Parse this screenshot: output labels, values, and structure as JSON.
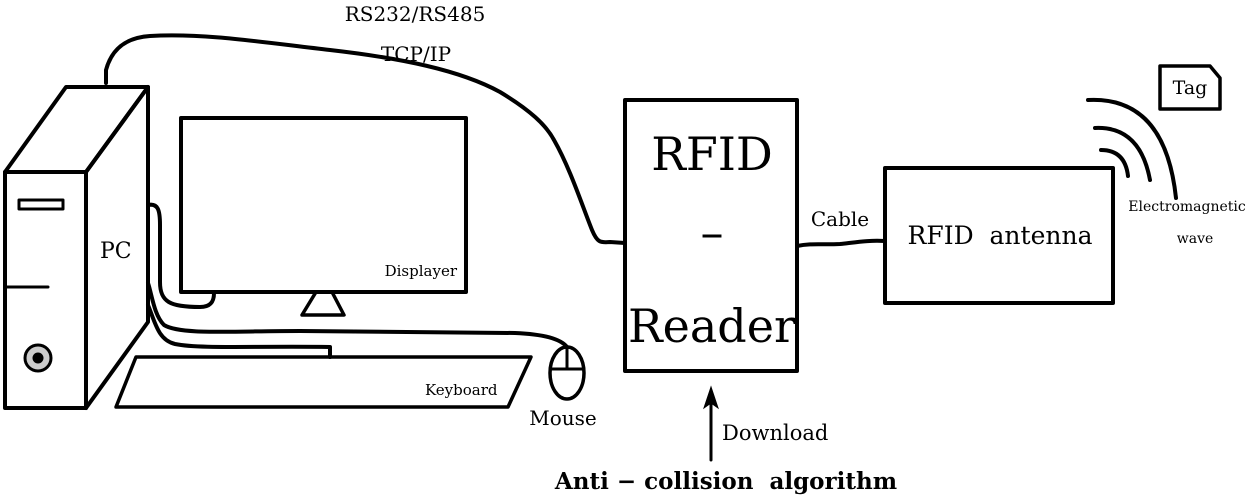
{
  "labels": {
    "protocol_serial": "RS232/RS485",
    "protocol_network": "TCP/IP",
    "pc": "PC",
    "displayer": "Displayer",
    "keyboard": "Keyboard",
    "mouse": "Mouse",
    "reader_line1": "RFID",
    "reader_line2": "–",
    "reader_line3": "Reader",
    "cable": "Cable",
    "antenna": "RFID  antenna",
    "tag": "Tag",
    "wave_line1": "Electromagnetic",
    "wave_line2": "wave",
    "download": "Download",
    "algorithm": "Anti − collision  algorithm"
  },
  "colors": {
    "line": "#000000",
    "algorithm_text": "#ff0000",
    "button_fill": "#cccccc"
  }
}
